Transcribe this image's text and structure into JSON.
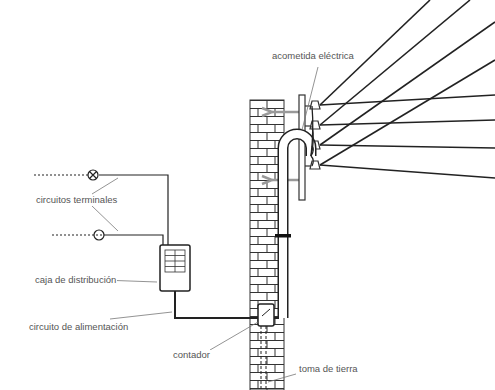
{
  "diagram": {
    "labels": [
      "acometida eléctrica",
      "circuitos terminales",
      "caja de distribución",
      "circuito de alimentación",
      "contador",
      "toma de tierra"
    ]
  }
}
